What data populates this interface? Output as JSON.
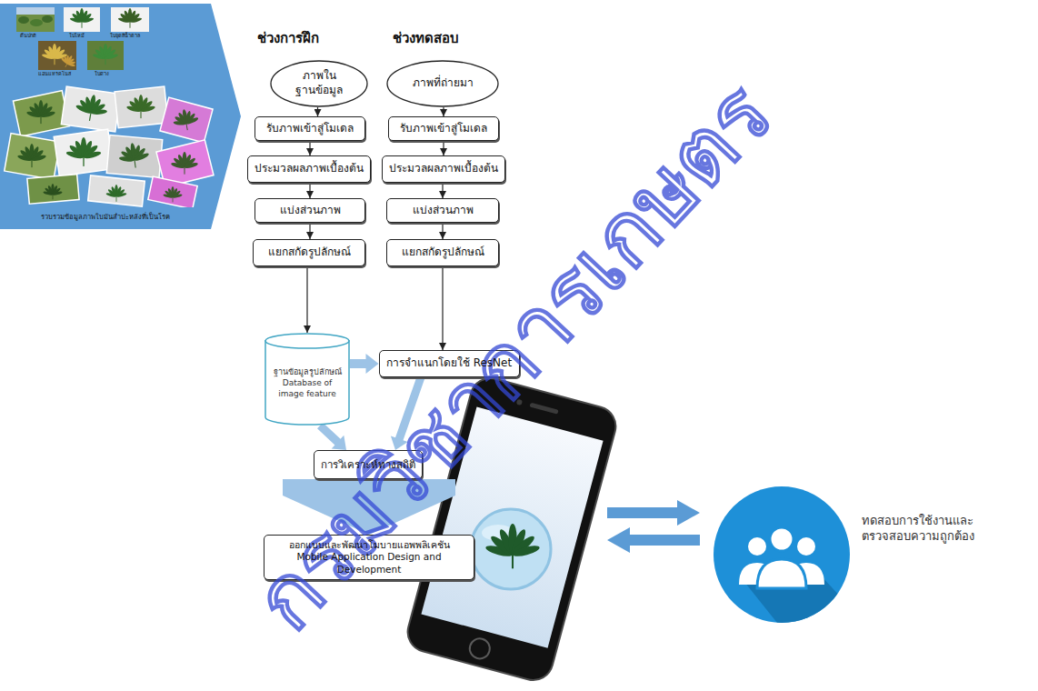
{
  "diagram": {
    "nodes": [
      {
        "text": [
          "รวบรวมข้อมูลภาพใบมันสำปะหลังที่เป็นโรค"
        ]
      },
      {
        "text": [
          "ภาพใน ฐานข้อมูล"
        ]
      },
      {
        "text": [
          "ภาพที่ถ่ายมา"
        ]
      },
      {
        "text": [
          "รับภาพเข้าสู่โมเดล"
        ]
      },
      {
        "text": [
          "รับภาพเข้าสู่โมเดล"
        ]
      },
      {
        "text": [
          "ประมวลผลภาพเบื้องต้น"
        ]
      },
      {
        "text": [
          "ประมวลผลภาพเบื้องต้น"
        ]
      },
      {
        "text": [
          "แบ่งส่วนภาพ"
        ]
      },
      {
        "text": [
          "แบ่งส่วนภาพ"
        ]
      },
      {
        "text": [
          "แยกสกัดรูปลักษณ์"
        ]
      },
      {
        "text": [
          "แยกสกัดรูปลักษณ์"
        ]
      },
      {
        "text": [
          "ฐานข้อมูลรูปลักษณ์ Database of image feature"
        ]
      },
      {
        "text": [
          "การจำแนกโดยใช้ ResNet"
        ]
      },
      {
        "text": [
          "การวิเคราะห์ทางสถิติ"
        ]
      },
      {
        "text": [
          "ออกแบบและพัฒนาโมบายแอพพลิเคชัน Mobile Application Design and Development"
        ]
      },
      {
        "text": [
          "ทดสอบการใช้งานและ ตรวจสอบความถูกต้อง"
        ]
      }
    ],
    "edges": [
      {
        "from": 1,
        "to": 3,
        "arrow": "to"
      },
      {
        "from": 3,
        "to": 5,
        "arrow": "to"
      },
      {
        "from": 5,
        "to": 7,
        "arrow": "to"
      },
      {
        "from": 7,
        "to": 9,
        "arrow": "to"
      },
      {
        "from": 9,
        "to": 11,
        "arrow": "to"
      },
      {
        "from": 2,
        "to": 4,
        "arrow": "to"
      },
      {
        "from": 4,
        "to": 6,
        "arrow": "to"
      },
      {
        "from": 6,
        "to": 8,
        "arrow": "to"
      },
      {
        "from": 8,
        "to": 10,
        "arrow": "to"
      },
      {
        "from": 10,
        "to": 12,
        "arrow": "to"
      },
      {
        "from": 11,
        "to": 12,
        "arrow": "to"
      },
      {
        "from": 11,
        "to": 13,
        "arrow": "to"
      },
      {
        "from": 12,
        "to": 13,
        "arrow": "to"
      },
      {
        "from": 13,
        "to": 14,
        "arrow": "to"
      }
    ],
    "labels": [
      "ช่วงการฝึก",
      "ช่วงทดสอบ",
      "ต้นปกติ",
      "ใบไหม้",
      "ใบจุดสีน้ำตาล",
      "แอนแทรคโนส",
      "ใบด่าง",
      "กรมวิชาการเกษตร"
    ]
  }
}
